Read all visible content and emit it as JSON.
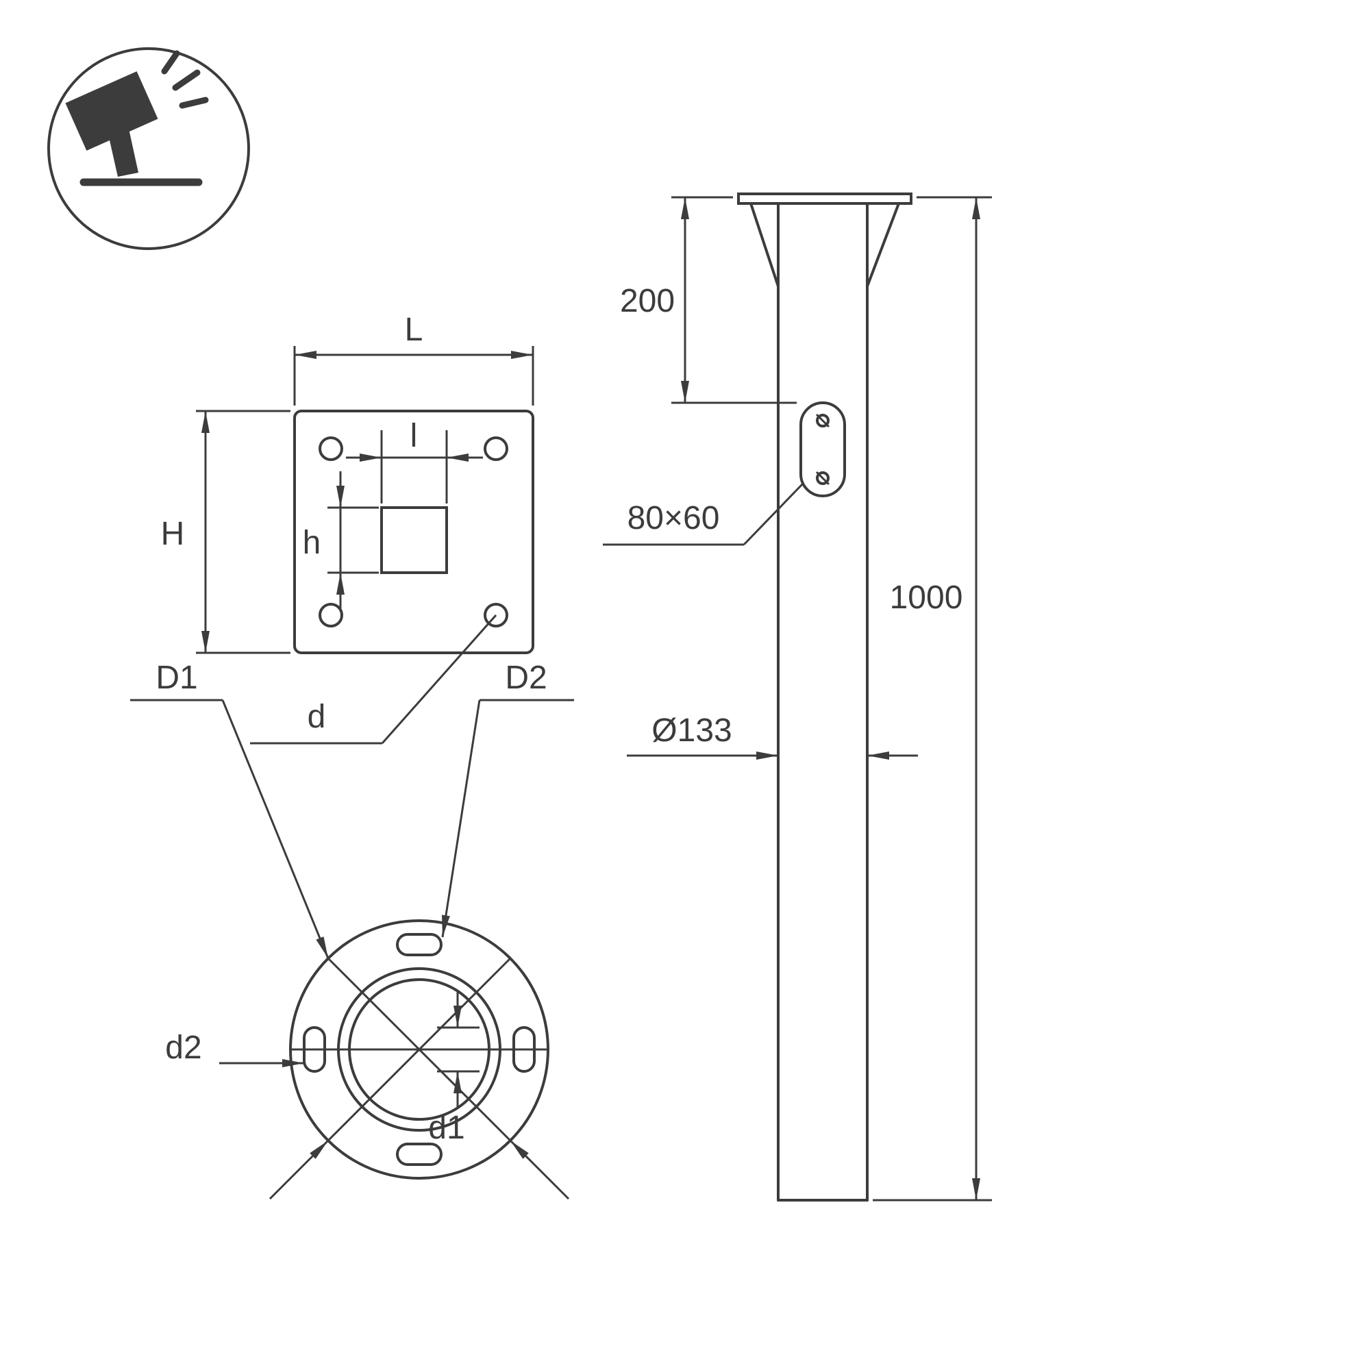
{
  "page": {
    "background": "#ffffff",
    "line_color": "#3c3c3c"
  },
  "icon": {
    "name": "tilted-floodlight-icon"
  },
  "flange_top_view": {
    "labels": {
      "width": "L",
      "inner_width": "l",
      "height": "H",
      "inner_height": "h",
      "corner_hole": "d"
    }
  },
  "flange_bottom_view": {
    "labels": {
      "outer_diameter": "D1",
      "bolt_circle": "D2",
      "slot_hole": "d1",
      "center_hole": "d2"
    }
  },
  "side_view": {
    "labels": {
      "flange_offset": "200",
      "cable_hole": "80×60",
      "pole_length": "1000",
      "pole_diameter": "Ø133"
    }
  }
}
